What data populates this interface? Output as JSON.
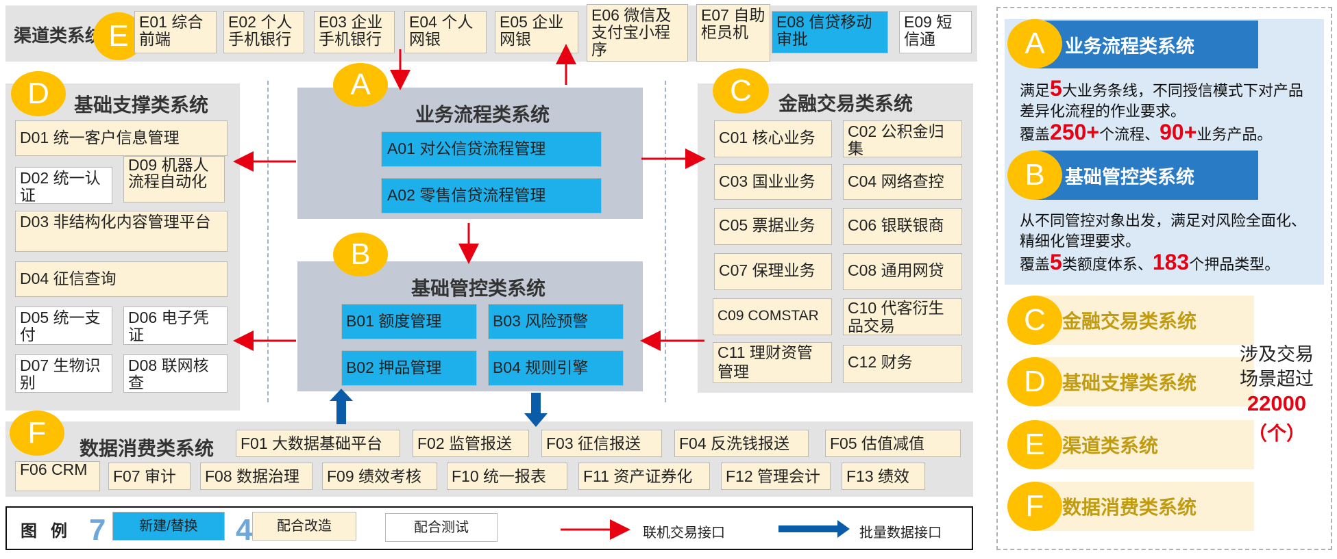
{
  "channel": {
    "title": "渠道类系统",
    "letter": "E",
    "items": [
      {
        "label": "E01 综合前端"
      },
      {
        "label": "E02 个人手机银行"
      },
      {
        "label": "E03 企业手机银行"
      },
      {
        "label": "E04 个人网银"
      },
      {
        "label": "E05 企业网银"
      },
      {
        "label": "E06 微信及支付宝小程序"
      },
      {
        "label": "E07 自助柜员机"
      },
      {
        "label": "E08 信贷移动审批"
      },
      {
        "label": "E09 短信通"
      }
    ]
  },
  "basic_support": {
    "letter": "D",
    "title": "基础支撑类系统",
    "items": [
      {
        "label": "D01 统一客户信息管理"
      },
      {
        "label": "D02 统一认证"
      },
      {
        "label": "D09 机器人流程自动化"
      },
      {
        "label": "D03  非结构化内容管理平台"
      },
      {
        "label": "D04 征信查询"
      },
      {
        "label": "D05 统一支付"
      },
      {
        "label": "D06 电子凭证"
      },
      {
        "label": "D07 生物识别"
      },
      {
        "label": "D08 联网核查"
      }
    ]
  },
  "business_process": {
    "letter": "A",
    "title": "业务流程类系统",
    "items": [
      {
        "label": "A01 对公信贷流程管理"
      },
      {
        "label": "A02 零售信贷流程管理"
      }
    ]
  },
  "basic_control": {
    "letter": "B",
    "title": "基础管控类系统",
    "items": [
      {
        "label": "B01 额度管理"
      },
      {
        "label": "B03 风险预警"
      },
      {
        "label": "B02 押品管理"
      },
      {
        "label": "B04 规则引擎"
      }
    ]
  },
  "financial": {
    "letter": "C",
    "title": "金融交易类系统",
    "items": [
      {
        "label": "C01 核心业务"
      },
      {
        "label": "C02 公积金归集"
      },
      {
        "label": "C03 国业业务"
      },
      {
        "label": "C04 网络查控"
      },
      {
        "label": "C05 票据业务"
      },
      {
        "label": "C06 银联银商"
      },
      {
        "label": "C07 保理业务"
      },
      {
        "label": "C08 通用网贷"
      },
      {
        "label": "C09 COMSTAR"
      },
      {
        "label": "C10 代客衍生品交易"
      },
      {
        "label": "C11 理财资管管理"
      },
      {
        "label": "C12 财务"
      }
    ]
  },
  "data_consumption": {
    "letter": "F",
    "title": "数据消费类系统",
    "items": [
      {
        "label": "F01 大数据基础平台"
      },
      {
        "label": "F02 监管报送"
      },
      {
        "label": "F03 征信报送"
      },
      {
        "label": "F04 反洗钱报送"
      },
      {
        "label": "F05 估值减值"
      },
      {
        "label": "F06 CRM"
      },
      {
        "label": "F07 审计"
      },
      {
        "label": "F08 数据治理"
      },
      {
        "label": "F09 绩效考核"
      },
      {
        "label": "F10 统一报表"
      },
      {
        "label": "F11 资产证券化"
      },
      {
        "label": "F12 管理会计"
      },
      {
        "label": "F13 绩效"
      }
    ]
  },
  "legend": {
    "title": "图   例",
    "new_count": "7",
    "new_label": "新建/替换",
    "modify_count": "46",
    "modify_label": "配合改造",
    "test_label": "配合测试",
    "online_label": "联机交易接口",
    "batch_label": "批量数据接口"
  },
  "right_panel": {
    "a": {
      "letter": "A",
      "title": "业务流程类系统",
      "l1_pre": "满足",
      "l1_num": "5",
      "l1_post": "大业务条线，不同授信模式下对产品差异化流程的作业要求。",
      "l2_pre": "覆盖",
      "l2_num1": "250+",
      "l2_mid": "个流程、",
      "l2_num2": "90+",
      "l2_post": "业务产品。"
    },
    "b": {
      "letter": "B",
      "title": "基础管控类系统",
      "l1": "从不同管控对象出发，满足对风险全面化、精细化管理要求。",
      "l2_pre": "覆盖",
      "l2_num1": "5",
      "l2_mid": "类额度体系、",
      "l2_num2": "183",
      "l2_post": "个押品类型。"
    },
    "c": {
      "letter": "C",
      "title": "金融交易类系统"
    },
    "d": {
      "letter": "D",
      "title": "基础支撑类系统"
    },
    "e": {
      "letter": "E",
      "title": "渠道类系统"
    },
    "f": {
      "letter": "F",
      "title": "数据消费类系统"
    },
    "scenario_text": "涉及交易场景超过",
    "scenario_num": "22000",
    "scenario_unit": "（个）"
  },
  "colors": {
    "accent_yellow": "#ffc000",
    "new_blue": "#1eb0ea",
    "modify_cream": "#fdf2d5",
    "panel_gray": "#e3e3e3",
    "center_gray": "#c3c9d5",
    "header_blue": "#2a7bc5",
    "online_red": "#e60012",
    "batch_blue": "#0b5ca8"
  }
}
